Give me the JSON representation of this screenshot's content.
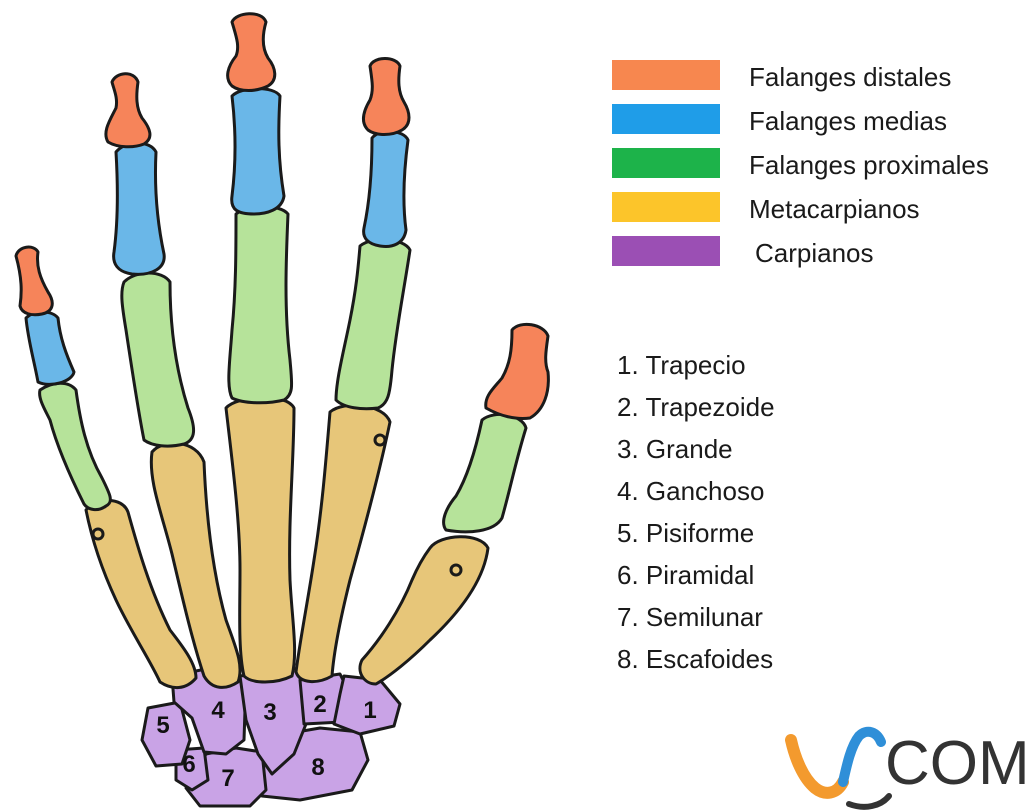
{
  "colors": {
    "distal": "#f6845a",
    "middle": "#6ab7e8",
    "proximal": "#b6e39a",
    "metacarpal": "#e7c679",
    "carpal": "#c9a3e6"
  },
  "legend": [
    {
      "label": "Falanges distales",
      "color": "#f7874f"
    },
    {
      "label": "Falanges medias",
      "color": "#1f9de8"
    },
    {
      "label": "Falanges proximales",
      "color": "#1db34a"
    },
    {
      "label": "Metacarpianos",
      "color": "#fcc52a"
    },
    {
      "label": "Carpianos",
      "color": "#9b4fb4"
    }
  ],
  "carpal_list": [
    "1. Trapecio",
    "2. Trapezoide",
    "3. Grande",
    "4. Ganchoso",
    "5. Pisiforme",
    "6. Piramidal",
    "7. Semilunar",
    "8. Escafoides"
  ],
  "carpal_numbers": [
    "1",
    "2",
    "3",
    "4",
    "5",
    "6",
    "7",
    "8"
  ],
  "logo": {
    "text": "COM"
  }
}
